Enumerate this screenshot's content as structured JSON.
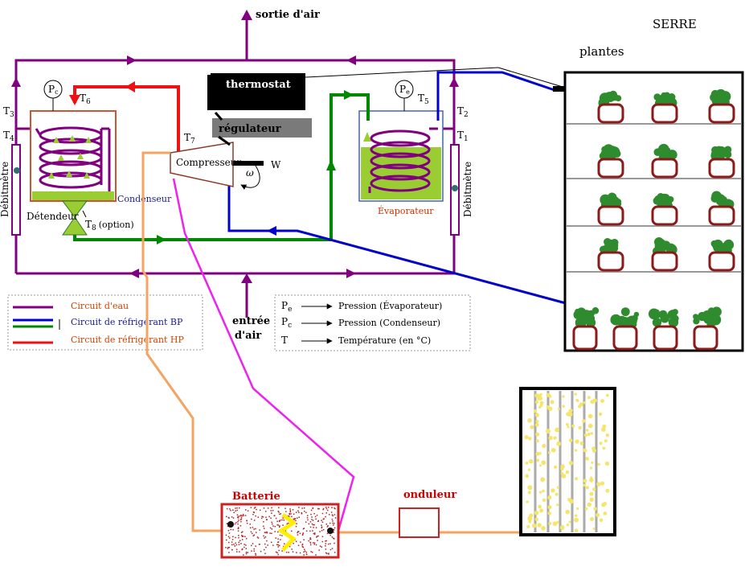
{
  "labels": {
    "air_out": "sortie d'air",
    "air_in_1": "entrée",
    "air_in_2": "d'air",
    "serre": "SERRE",
    "plantes": "plantes",
    "thermostat": "thermostat",
    "regulateur": "régulateur",
    "compresseur": "Compresseur",
    "omega": "ω",
    "w": "W",
    "condenseur": "Condenseur",
    "evaporateur": "Évaporateur",
    "detendeur": "Détendeur",
    "t8": "T",
    "t8_sub": "8",
    "option": "(option)",
    "t1": "T",
    "t1_sub": "1",
    "t2": "T",
    "t2_sub": "2",
    "t3": "T",
    "t3_sub": "3",
    "t4": "T",
    "t4_sub": "4",
    "t5": "T",
    "t5_sub": "5",
    "t6": "T",
    "t6_sub": "6",
    "t7": "T",
    "t7_sub": "7",
    "pc_gauge": "P",
    "pc_gauge_sub": "c",
    "pe_gauge": "P",
    "pe_gauge_sub": "e",
    "debitmetre_left": "Débitmètre",
    "debitmetre_right": "Débitmètre",
    "batterie": "Batterie",
    "onduleur": "onduleur"
  },
  "legend_circuits": [
    {
      "label": "Circuit d'eau",
      "color": "#800080"
    },
    {
      "label": "Circuit de réfrigérant BP",
      "color": "#0000cc"
    },
    {
      "label": "Circuit de réfrigérant HP",
      "color": "#ee1111"
    }
  ],
  "legend_circuits_extra_color": "#008800",
  "legend_symbols": [
    {
      "sym": "P",
      "sub": "e",
      "text": "Pression (Évaporateur)"
    },
    {
      "sym": "P",
      "sub": "c",
      "text": "Pression (Condenseur)"
    },
    {
      "sym": "T",
      "sub": "",
      "text": "Température (en °C)"
    }
  ],
  "colors": {
    "water": "#800080",
    "bp": "#0000cc",
    "green": "#008800",
    "hp": "#ee1111",
    "orange": "#f4a460",
    "magenta": "#ee22ee",
    "legend_text": "#cc4400",
    "condenseur_text": "#1a1a8c",
    "evap_text": "#cc3300",
    "batterie_text": "#cc0000",
    "foliage": "#2e8b2e",
    "pot": "#8b1a1a",
    "shelf": "#999999",
    "liquid": "#9acd32",
    "panel_spots": "#f5e66b"
  },
  "greenhouse_shelves": [
    {
      "pots": 3
    },
    {
      "pots": 3
    },
    {
      "pots": 3
    },
    {
      "pots": 3
    },
    {
      "pots": 4
    }
  ]
}
